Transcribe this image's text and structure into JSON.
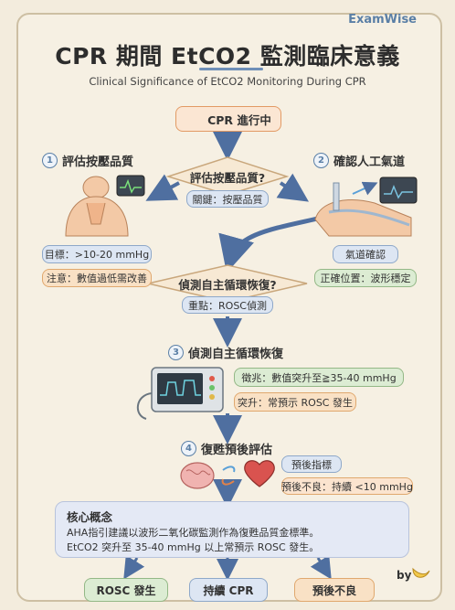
{
  "brand": "ExamWise",
  "title": "CPR 期間 EtCO2 監測臨床意義",
  "subtitle": "Clinical Significance of EtCO2 Monitoring During CPR",
  "start": {
    "label": "CPR 進行中"
  },
  "decision1": {
    "question": "評估按壓品質?",
    "note": "關鍵：按壓品質"
  },
  "step1": {
    "num": "1",
    "label": "評估按壓品質",
    "target": "目標：>10-20 mmHg",
    "caution": "注意：數值過低需改善"
  },
  "step2": {
    "num": "2",
    "label": "確認人工氣道",
    "confirm": "氣道確認",
    "position": "正確位置：波形穩定"
  },
  "decision2": {
    "question": "偵測自主循環恢復?",
    "note": "重點：ROSC偵測"
  },
  "step3": {
    "num": "3",
    "label": "偵測自主循環恢復",
    "sign": "徵兆：數值突升至≧35-40 mmHg",
    "rise": "突升：常預示 ROSC 發生"
  },
  "step4": {
    "num": "4",
    "label": "復甦預後評估",
    "indicator": "預後指標",
    "poor": "預後不良：持續 <10 mmHg"
  },
  "core": {
    "title": "核心概念",
    "line1": "AHA指引建議以波形二氧化碳監測作為復甦品質金標準。",
    "line2": "EtCO2 突升至 35-40 mmHg 以上常預示 ROSC 發生。"
  },
  "outcomes": {
    "rosc": "ROSC 發生",
    "continue": "持續 CPR",
    "poor": "預後不良"
  },
  "signature": "by",
  "colors": {
    "accent": "#5a7fa6",
    "green": "#93b886",
    "orange": "#e0a86e",
    "blue": "#8ea8c9"
  }
}
